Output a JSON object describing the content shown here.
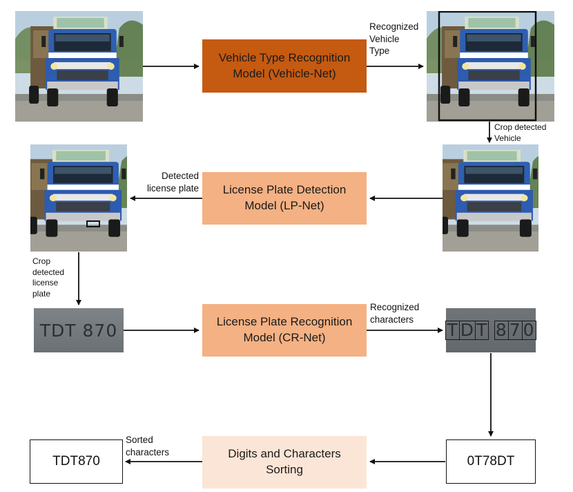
{
  "models": {
    "vehicle_net": "Vehicle Type Recognition\nModel (Vehicle-Net)",
    "lp_net": "License Plate Detection\nModel (LP-Net)",
    "cr_net": "License Plate Recognition\nModel (CR-Net)",
    "sorting": "Digits and Characters\nSorting"
  },
  "labels": {
    "recognized_vehicle_type": "Recognized\nVehicle\nType",
    "crop_detected_vehicle": "Crop detected\nVehicle",
    "detected_license_plate": "Detected\nlicense plate",
    "crop_detected_license_plate": "Crop\ndetected\nlicense\nplate",
    "recognized_characters": "Recognized\ncharacters",
    "sorted_characters": "Sorted\ncharacters"
  },
  "plates": {
    "cropped": "TDT 870",
    "recognized_chars": [
      "T",
      "D",
      "T",
      "8",
      "7",
      "0"
    ]
  },
  "outputs": {
    "unsorted": "0T78DT",
    "sorted": "TDT870"
  },
  "colors": {
    "vehicle_net": "#c55a11",
    "lp_net": "#f4b183",
    "cr_net": "#f4b183",
    "sorting": "#fbe5d6",
    "truck_body": "#2f5fb0",
    "sky": "#cfe0ec"
  },
  "icons": [
    "truck-photo",
    "plate-photo"
  ]
}
